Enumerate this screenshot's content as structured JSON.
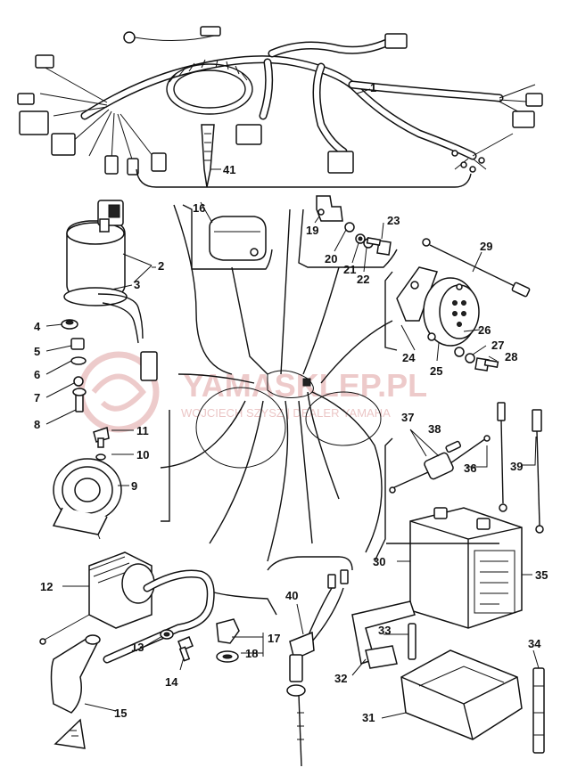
{
  "watermark": {
    "brand": "YAMASKLEP.PL",
    "dealer": "WOJCIECH SZYSZ | DEALER YAMAHA"
  },
  "callouts": [
    {
      "id": "1",
      "label": "1"
    },
    {
      "id": "2",
      "label": "2"
    },
    {
      "id": "3",
      "label": "3"
    },
    {
      "id": "4",
      "label": "4"
    },
    {
      "id": "5",
      "label": "5"
    },
    {
      "id": "6",
      "label": "6"
    },
    {
      "id": "7",
      "label": "7"
    },
    {
      "id": "8",
      "label": "8"
    },
    {
      "id": "9",
      "label": "9"
    },
    {
      "id": "10",
      "label": "10"
    },
    {
      "id": "11",
      "label": "11"
    },
    {
      "id": "12",
      "label": "12"
    },
    {
      "id": "13",
      "label": "13"
    },
    {
      "id": "14",
      "label": "14"
    },
    {
      "id": "15",
      "label": "15"
    },
    {
      "id": "16",
      "label": "16"
    },
    {
      "id": "17",
      "label": "17"
    },
    {
      "id": "18",
      "label": "18"
    },
    {
      "id": "19",
      "label": "19"
    },
    {
      "id": "20",
      "label": "20"
    },
    {
      "id": "21",
      "label": "21"
    },
    {
      "id": "22",
      "label": "22"
    },
    {
      "id": "23",
      "label": "23"
    },
    {
      "id": "24",
      "label": "24"
    },
    {
      "id": "25",
      "label": "25"
    },
    {
      "id": "26",
      "label": "26"
    },
    {
      "id": "27",
      "label": "27"
    },
    {
      "id": "28",
      "label": "28"
    },
    {
      "id": "29",
      "label": "29"
    },
    {
      "id": "30",
      "label": "30"
    },
    {
      "id": "31",
      "label": "31"
    },
    {
      "id": "32",
      "label": "32"
    },
    {
      "id": "33",
      "label": "33"
    },
    {
      "id": "34",
      "label": "34"
    },
    {
      "id": "35",
      "label": "35"
    },
    {
      "id": "36",
      "label": "36"
    },
    {
      "id": "37",
      "label": "37"
    },
    {
      "id": "38",
      "label": "38"
    },
    {
      "id": "39",
      "label": "39"
    },
    {
      "id": "40",
      "label": "40"
    },
    {
      "id": "41",
      "label": "41"
    }
  ]
}
